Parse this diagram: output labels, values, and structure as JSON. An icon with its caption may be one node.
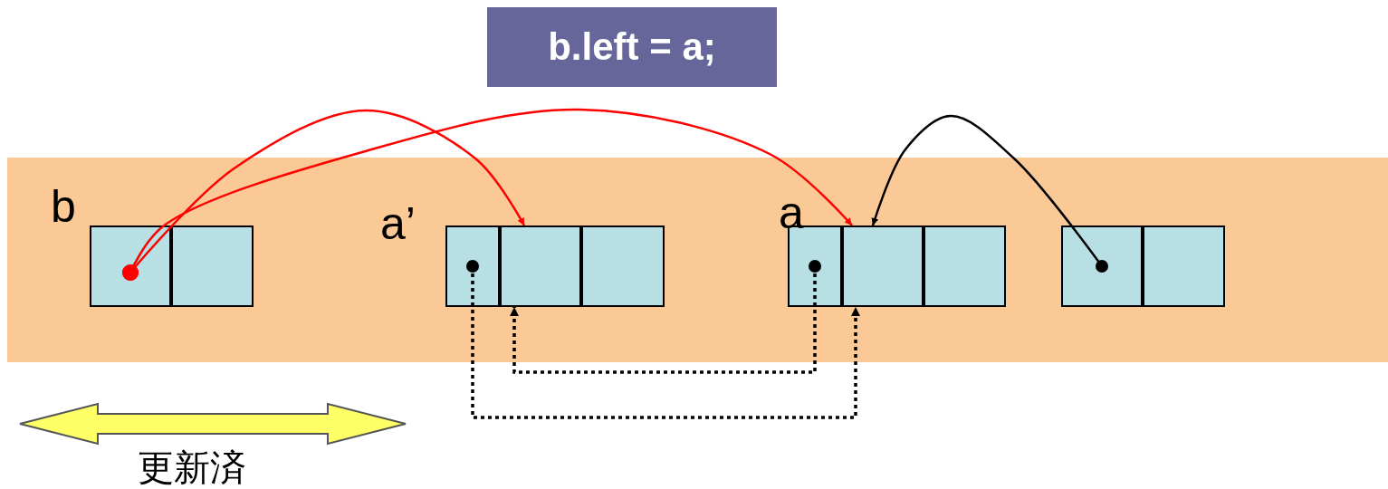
{
  "diagram": {
    "nodes": [
      {
        "text": [
          "b.left = a;"
        ]
      },
      {
        "text": [],
        "shape": "band"
      },
      {
        "text": [],
        "shape": "box",
        "in": 1
      },
      {
        "text": [],
        "shape": "box",
        "in": 1
      },
      {
        "text": [],
        "shape": "box",
        "in": 1
      },
      {
        "text": [],
        "shape": "box",
        "in": 1
      },
      {
        "text": [],
        "shape": "box",
        "in": 1
      },
      {
        "text": [],
        "shape": "box",
        "in": 1
      },
      {
        "text": [],
        "shape": "box",
        "in": 1
      },
      {
        "text": [],
        "shape": "box",
        "in": 1
      },
      {
        "text": [],
        "shape": "box",
        "in": 1
      },
      {
        "text": [],
        "shape": "box",
        "in": 1
      }
    ],
    "edges": [
      {
        "from": 2,
        "to": 5,
        "arrow": "to",
        "color": "#ff0000"
      },
      {
        "from": 2,
        "to": 8,
        "arrow": "to",
        "color": "#ff0000"
      },
      {
        "from": 10,
        "to": 8,
        "arrow": "to"
      },
      {
        "from": 7,
        "to": 5,
        "arrow": "to",
        "style": "dashed"
      },
      {
        "from": 4,
        "to": 8,
        "arrow": "to",
        "style": "dashed"
      }
    ],
    "labels": [
      "b",
      "a’",
      "a",
      "更新済"
    ]
  }
}
